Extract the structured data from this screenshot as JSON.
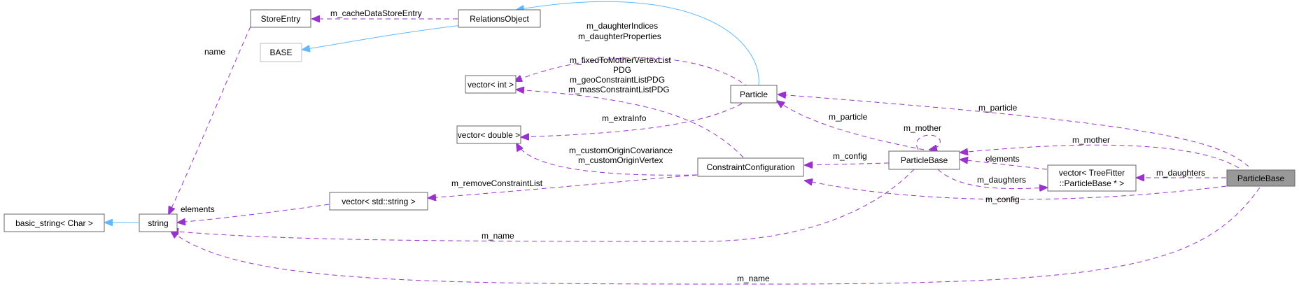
{
  "colors": {
    "usage_edge": "#9a32cd",
    "inherit_edge": "#63b8ff",
    "highlight_node": "#999999",
    "node_border": "#666666"
  },
  "nodes": {
    "particlebase_tf": "ParticleBase",
    "particlebase": "ParticleBase",
    "particle": "Particle",
    "constraint_configuration": "ConstraintConfiguration",
    "vector_tf_line1": "vector< TreeFitter",
    "vector_tf_line2": "::ParticleBase * >",
    "vector_int": "vector< int >",
    "vector_double": "vector< double >",
    "vector_string": "vector< std::string >",
    "string": "string",
    "basic_string": "basic_string< Char >",
    "store_entry": "StoreEntry",
    "relations_object": "RelationsObject",
    "base": "BASE"
  },
  "edge_labels": {
    "m_particle_right": "m_particle",
    "m_mother_right": "m_mother",
    "m_daughters_right": "m_daughters",
    "m_config_bottom": "m_config",
    "m_name_bottom": "m_name",
    "elements_tf": "elements",
    "m_mother_loop": "m_mother",
    "m_daughters_mid": "m_daughters",
    "m_particle_mid": "m_particle",
    "m_config_mid": "m_config",
    "m_name_mid": "m_name",
    "m_extrainfo": "m_extraInfo",
    "daughter_1": "m_daughterIndices",
    "daughter_2": "m_daughterProperties",
    "fixed_1": "m_fixedToMotherVertexList",
    "fixed_2": "PDG",
    "fixed_3": "m_geoConstraintListPDG",
    "fixed_4": "m_massConstraintListPDG",
    "custom_1": "m_customOriginCovariance",
    "custom_2": "m_customOriginVertex",
    "remove_list": "m_removeConstraintList",
    "elements_string": "elements",
    "name_store": "name",
    "cache_store": "m_cacheDataStoreEntry"
  }
}
